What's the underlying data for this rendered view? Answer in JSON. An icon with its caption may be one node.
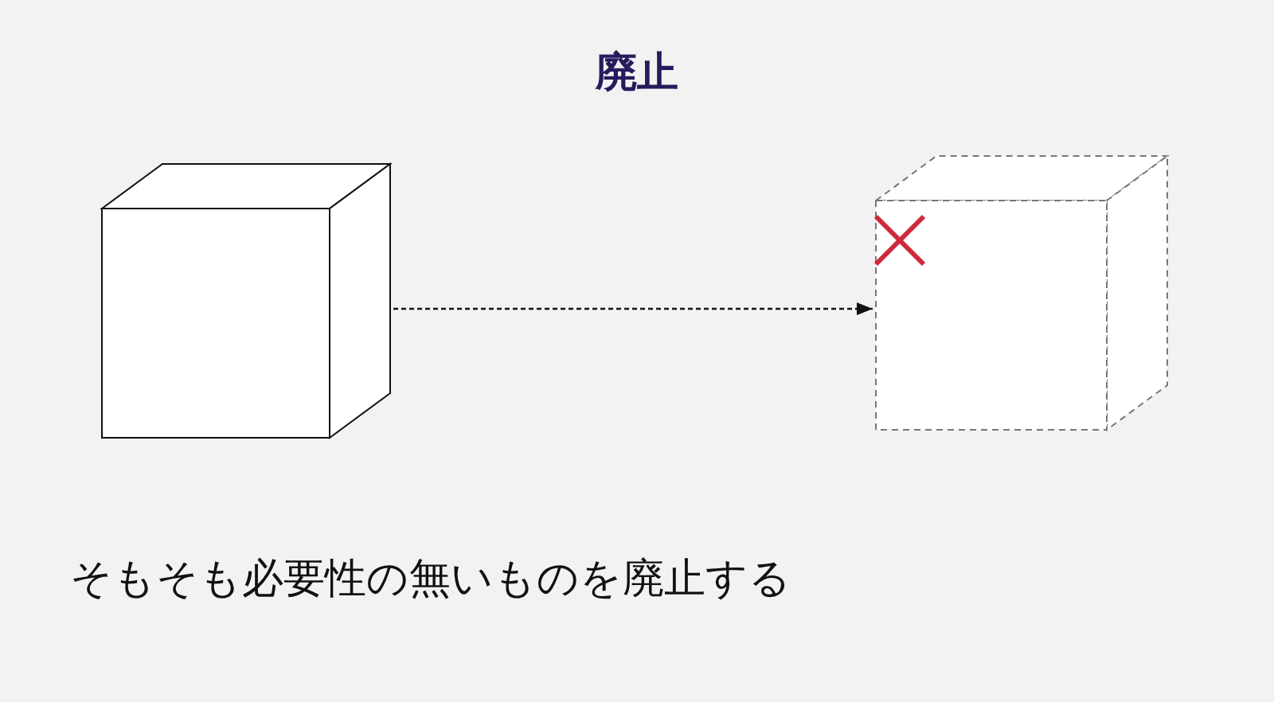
{
  "diagram": {
    "title": "廃止",
    "nodes": [
      {
        "text": [],
        "shape": "box"
      },
      {
        "text": [],
        "shape": "box"
      }
    ],
    "edges": [
      {
        "from": 0,
        "to": 1,
        "arrow": "to",
        "style": "dashed"
      }
    ],
    "caption": "そもそも必要性の無いものを廃止する"
  }
}
